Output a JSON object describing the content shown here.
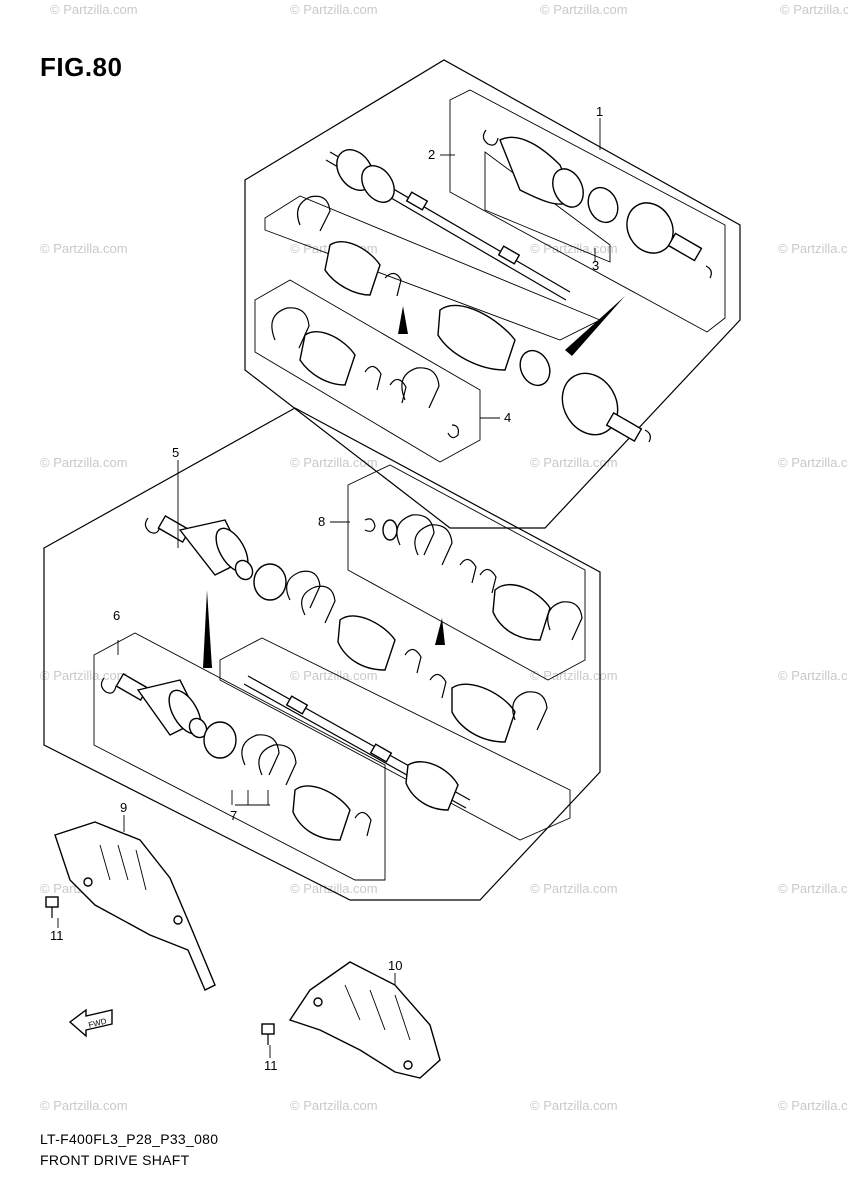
{
  "figure": {
    "title": "FIG.80"
  },
  "drawing": {
    "code": "LT-F400FL3_P28_P33_080",
    "name": "FRONT DRIVE SHAFT"
  },
  "watermark": {
    "text": "© Partzilla.com",
    "color": "#c9c9c9"
  },
  "callouts": [
    "1",
    "2",
    "3",
    "4",
    "5",
    "6",
    "7",
    "8",
    "9",
    "10",
    "11",
    "11"
  ],
  "fwd_arrow": {
    "label": "FWD"
  }
}
